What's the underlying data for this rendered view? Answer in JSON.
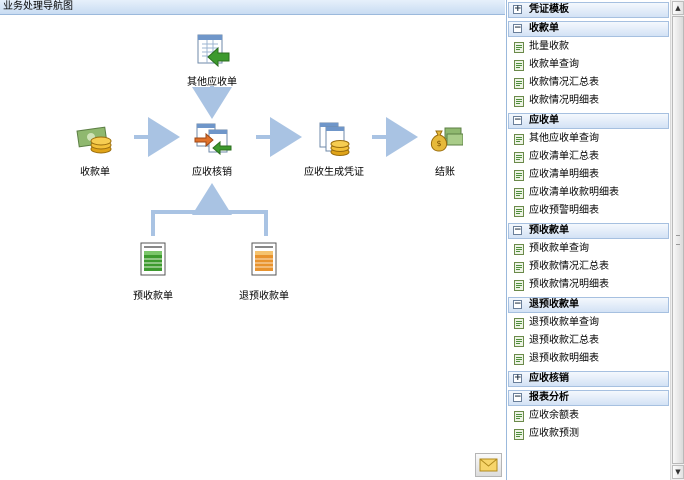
{
  "window": {
    "title": "业务处理导航图"
  },
  "flow": {
    "other_receivable": "其他应收单",
    "receipt": "收款单",
    "verification": "应收核销",
    "gen_voucher": "应收生成凭证",
    "closing": "结账",
    "prepay": "预收款单",
    "refund_prepay": "退预收款单"
  },
  "panel": {
    "groups": [
      {
        "title": "凭证模板",
        "toggle": "+",
        "items": []
      },
      {
        "title": "收款单",
        "toggle": "−",
        "items": [
          "批量收款",
          "收款单查询",
          "收款情况汇总表",
          "收款情况明细表"
        ]
      },
      {
        "title": "应收单",
        "toggle": "−",
        "items": [
          "其他应收单查询",
          "应收清单汇总表",
          "应收清单明细表",
          "应收清单收款明细表",
          "应收预警明细表"
        ]
      },
      {
        "title": "预收款单",
        "toggle": "−",
        "items": [
          "预收款单查询",
          "预收款情况汇总表",
          "预收款情况明细表"
        ]
      },
      {
        "title": "退预收款单",
        "toggle": "−",
        "items": [
          "退预收款单查询",
          "退预收款汇总表",
          "退预收款明细表"
        ]
      },
      {
        "title": "应收核销",
        "toggle": "+",
        "items": []
      },
      {
        "title": "报表分析",
        "toggle": "−",
        "items": [
          "应收余额表",
          "应收款预测"
        ]
      }
    ]
  },
  "icons": {
    "doc_green": "#3d9a2e",
    "arrow_blue": "#a9c3e3",
    "coin_gold": "#e0a419"
  }
}
